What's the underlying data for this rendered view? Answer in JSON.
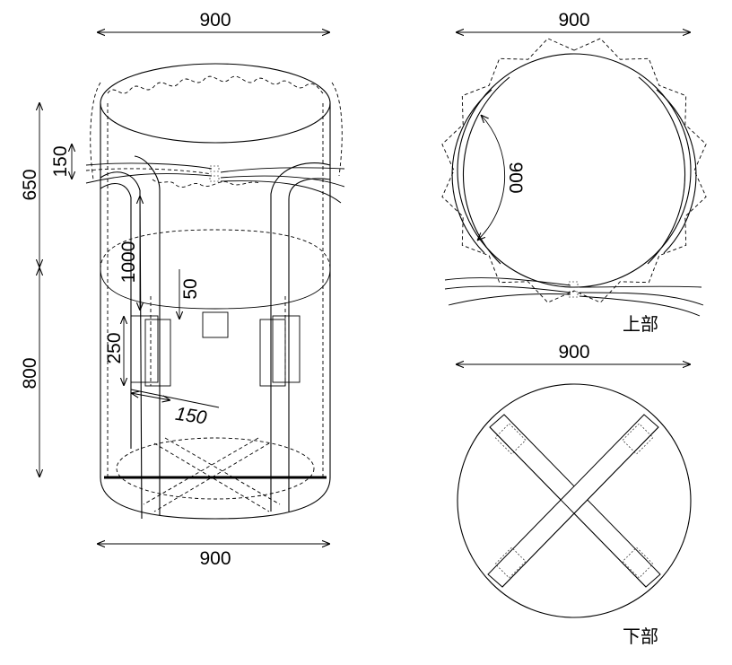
{
  "front_view": {
    "width_top": "900",
    "width_bottom": "900",
    "upper_height": "650",
    "lower_height": "800",
    "loop_width": "150",
    "loop_length": "1000",
    "inner_gap": "50",
    "window_height": "250",
    "window_width": "150"
  },
  "top_view": {
    "diameter": "900",
    "arc_length": "900",
    "caption": "上部"
  },
  "bottom_view": {
    "diameter": "900",
    "caption": "下部"
  }
}
